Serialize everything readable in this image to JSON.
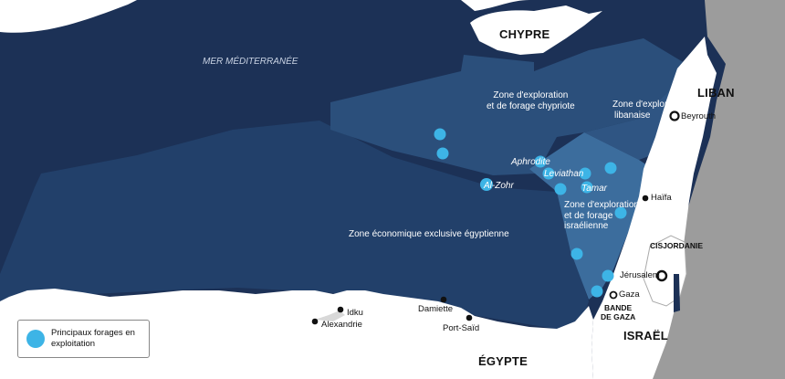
{
  "sea_label": "MER MÉDITERRANÉE",
  "countries": {
    "cyprus": "CHYPRE",
    "lebanon": "LIBAN",
    "israel": "ISRAËL",
    "egypt": "ÉGYPTE"
  },
  "regions": {
    "west_bank": "CISJORDANIE",
    "gaza_strip_line1": "BANDE",
    "gaza_strip_line2": "DE GAZA"
  },
  "zones": {
    "cyprus_line1": "Zone d'exploration",
    "cyprus_line2": "et de forage chypriote",
    "lebanon_line1": "Zone d'exploration",
    "lebanon_line2": "libanaise",
    "israel_line1": "Zone d'exploration",
    "israel_line2": "et de forage",
    "israel_line3": "israélienne",
    "egypt": "Zone économique exclusive égyptienne"
  },
  "fields": {
    "aphrodite": "Aphrodite",
    "leviathan": "Leviathan",
    "tamar": "Tamar",
    "zohr": "Al-Zohr"
  },
  "cities": {
    "beyrouth": "Beyrouth",
    "haifa": "Haïfa",
    "jerusalem": "Jérusalem",
    "gaza": "Gaza",
    "idku": "Idku",
    "alexandrie": "Alexandrie",
    "damiette": "Damiette",
    "port_said": "Port-Saïd"
  },
  "legend": {
    "label": "Principaux forages en exploitation"
  },
  "colors": {
    "sea": "#1c3156",
    "land": "#ffffff",
    "neighbor_land": "#9c9c9c",
    "egypt_zone": "#22406a",
    "cyprus_zone": "#2b4f7b",
    "israel_zone": "#3c6d9d",
    "well": "#3db4e6"
  }
}
